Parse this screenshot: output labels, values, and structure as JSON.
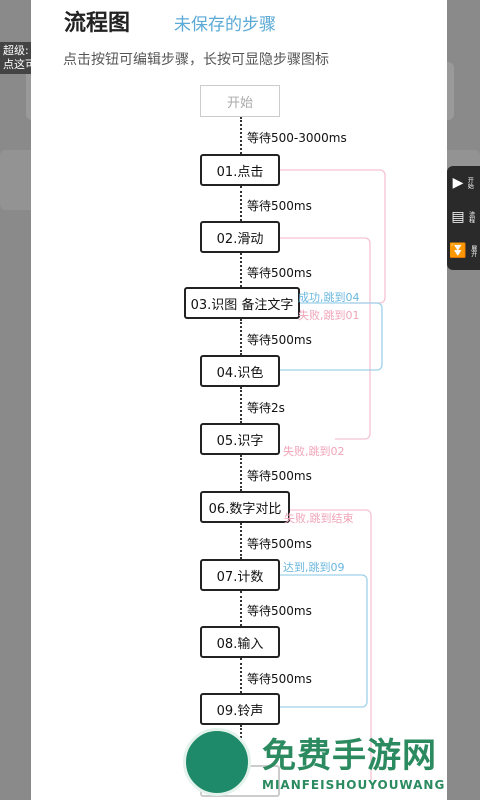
{
  "background": {
    "tag_line1": "超级:",
    "tag_line2": "点这可"
  },
  "side_panel": [
    {
      "icon": "play-icon",
      "label": "开始"
    },
    {
      "icon": "flow-icon",
      "label": "流程"
    },
    {
      "icon": "expand-icon",
      "label": "展开"
    }
  ],
  "dialog": {
    "title": "流程图",
    "subtitle": "未保存的步骤",
    "hint": "点击按钮可编辑步骤，长按可显隐步骤图标",
    "start_label": "开始"
  },
  "steps": [
    {
      "label": "01.点击",
      "wait_before": "等待500-3000ms"
    },
    {
      "label": "02.滑动",
      "wait_before": "等待500ms"
    },
    {
      "label": "03.识图 备注文字",
      "wait_before": "等待500ms"
    },
    {
      "label": "04.识色",
      "wait_before": "等待500ms"
    },
    {
      "label": "05.识字",
      "wait_before": "等待2s"
    },
    {
      "label": "06.数字对比",
      "wait_before": "等待500ms"
    },
    {
      "label": "07.计数",
      "wait_before": "等待500ms"
    },
    {
      "label": "08.输入",
      "wait_before": "等待500ms"
    },
    {
      "label": "09.铃声",
      "wait_before": "等待500ms"
    }
  ],
  "branch_labels": {
    "success_04": "成功,跳到04",
    "fail_01": "失败,跳到01",
    "fail_02": "失败,跳到02",
    "fail_end": "失败,跳到结束",
    "reach_09": "达到,跳到09"
  },
  "colors": {
    "accent": "#5aa9d6",
    "pink": "#f0a4b8",
    "blue": "#6ab7de"
  },
  "watermark": {
    "text": "免费手游网",
    "sub": "MIANFEISHOUYOUWANG"
  }
}
